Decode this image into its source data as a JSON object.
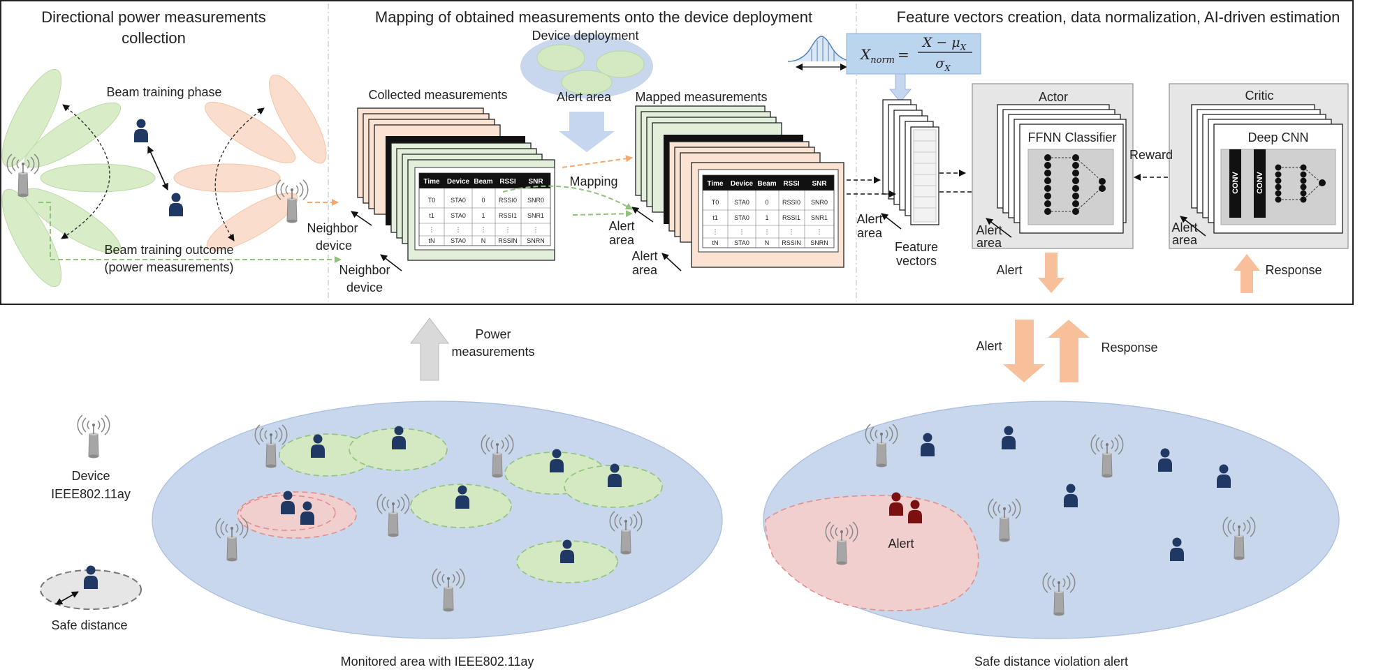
{
  "sections": {
    "collection_title_1": "Directional power measurements",
    "collection_title_2": "collection",
    "mapping_title": "Mapping of obtained measurements onto the device deployment",
    "estimation_title": "Feature vectors creation, data normalization, AI-driven estimation"
  },
  "collection": {
    "beam_training_phase": "Beam training phase",
    "outcome_1": "Beam training outcome",
    "outcome_2": "(power measurements)"
  },
  "mapping": {
    "device_deployment": "Device deployment",
    "alert_area": "Alert area",
    "collected_measurements": "Collected measurements",
    "mapped_measurements": "Mapped measurements",
    "mapping_label": "Mapping",
    "neighbor": "Neighbor",
    "device": "device",
    "alert": "Alert",
    "area": "area"
  },
  "table": {
    "headers": [
      "Time",
      "Device",
      "Beam",
      "RSSI",
      "SNR"
    ],
    "rows": [
      [
        "T0",
        "STA0",
        "0",
        "RSSI0",
        "SNR0"
      ],
      [
        "t1",
        "STA0",
        "1",
        "RSSI1",
        "SNR1"
      ],
      [
        "⋮",
        "⋮",
        "⋮",
        "⋮",
        "⋮"
      ],
      [
        "tN",
        "STA0",
        "N",
        "RSSIN",
        "SNRN"
      ]
    ]
  },
  "estimation": {
    "formula_lhs": "X",
    "formula_lhs_sub": "norm",
    "formula_num": "X − μ",
    "formula_num_sub": "X",
    "formula_den": "σ",
    "formula_den_sub": "X",
    "feature_1": "Feature",
    "feature_2": "vectors",
    "alert": "Alert",
    "area": "area",
    "actor": "Actor",
    "ffnn": "FFNN Classifier",
    "critic": "Critic",
    "deep_cnn": "Deep CNN",
    "conv": "CONV",
    "reward": "Reward",
    "alert_out": "Alert",
    "response": "Response"
  },
  "middle": {
    "power_1": "Power",
    "power_2": "measurements",
    "alert": "Alert",
    "response": "Response"
  },
  "legend": {
    "device_1": "Device",
    "device_2": "IEEE802.11ay",
    "safe_distance": "Safe distance"
  },
  "bottom": {
    "monitored_area": "Monitored area with IEEE802.11ay",
    "violation": "Safe distance violation alert",
    "alert": "Alert"
  },
  "colors": {
    "person": "#1f3864",
    "person_alert": "#7b1010",
    "green_zone": "#d4e8c2",
    "red_zone": "#f2cfcf",
    "blue_area": "#c9d7ec",
    "orange_arrow": "#f7c09a",
    "orange_card": "#fbe3d3",
    "green_card": "#e2efda",
    "gray_box": "#e6e6e6"
  }
}
